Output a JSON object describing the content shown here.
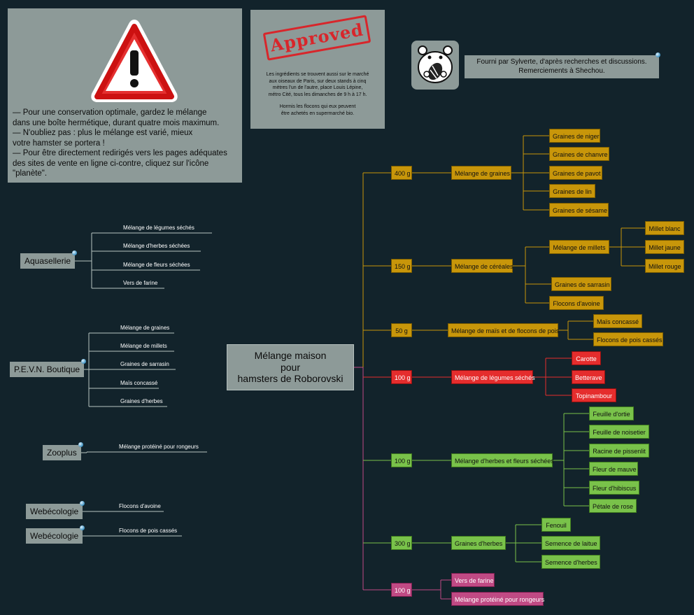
{
  "central": {
    "lines": [
      "Mélange maison",
      "pour",
      "hamsters de Roborovski"
    ]
  },
  "warning_note": {
    "lines": [
      "— Pour une conservation optimale, gardez le mélange",
      "dans une boîte hermétique, durant quatre mois maximum.",
      "— N'oubliez pas : plus le mélange est varié, mieux",
      "votre hamster se portera !",
      "— Pour être directement redirigés vers les pages adéquates",
      "des sites de vente en ligne ci-contre, cliquez sur l'icône",
      "\"planète\"."
    ]
  },
  "approved_note": {
    "stamp": "Approved",
    "lines1": [
      "Les ingrédients se trouvent aussi sur le marché",
      "aux oiseaux de Paris, sur deux stands à cinq",
      "mètres l'un de l'autre, place Louis Lépine,",
      "métro Cité, tous les dimanches de 9 h à 17 h."
    ],
    "lines2": [
      "Hormis les flocons qui eux peuvent",
      "être achetés en supermarché bio."
    ]
  },
  "credit_note": {
    "lines": [
      "Fourni par Sylverte, d'après recherches et discussions.",
      "Remerciements à Shechou."
    ]
  },
  "colors": {
    "gold": "#c8960a",
    "red": "#e52d2d",
    "green": "#79c24a",
    "pink": "#c04a84",
    "grey": "#8d9a98",
    "line": "#b8c4c2"
  },
  "branches": [
    {
      "weight": "400 g",
      "color": "gold",
      "label": "Mélange de graines",
      "children": [
        {
          "label": "Graines de niger"
        },
        {
          "label": "Graines de chanvre"
        },
        {
          "label": "Graines de pavot"
        },
        {
          "label": "Graines de lin"
        },
        {
          "label": "Graines de sésame"
        }
      ]
    },
    {
      "weight": "150 g",
      "color": "gold",
      "label": "Mélange de céréales",
      "children": [
        {
          "label": "Mélange de millets",
          "children": [
            {
              "label": "Millet blanc"
            },
            {
              "label": "Millet jaune"
            },
            {
              "label": "Millet rouge"
            }
          ]
        },
        {
          "label": "Graines de sarrasin"
        },
        {
          "label": "Flocons d'avoine"
        }
      ]
    },
    {
      "weight": "50 g",
      "color": "gold",
      "label": "Mélange de maïs et de flocons de pois",
      "children": [
        {
          "label": "Maïs concassé"
        },
        {
          "label": "Flocons de pois cassés"
        }
      ]
    },
    {
      "weight": "100 g",
      "color": "red",
      "label": "Mélange de légumes séchés",
      "children": [
        {
          "label": "Carotte"
        },
        {
          "label": "Betterave"
        },
        {
          "label": "Topinambour"
        }
      ]
    },
    {
      "weight": "100 g",
      "color": "green",
      "label": "Mélange d'herbes et fleurs séchées",
      "children": [
        {
          "label": "Feuille d'ortie"
        },
        {
          "label": "Feuille de noisetier"
        },
        {
          "label": "Racine de pissenlit"
        },
        {
          "label": "Fleur de mauve"
        },
        {
          "label": "Fleur d'hibiscus"
        },
        {
          "label": "Pétale de rose"
        }
      ]
    },
    {
      "weight": "300 g",
      "color": "green",
      "label": "Graines d'herbes",
      "children": [
        {
          "label": "Fenouil"
        },
        {
          "label": "Semence de laitue"
        },
        {
          "label": "Semence d'herbes"
        }
      ]
    },
    {
      "weight": "100 g",
      "color": "pink",
      "children": [
        {
          "label": "Vers de farine"
        },
        {
          "label": "Mélange protéiné pour rongeurs"
        }
      ]
    }
  ],
  "shops": [
    {
      "name": "Aquasellerie",
      "items": [
        "Mélange de légumes séchés",
        "Mélange d'herbes séchées",
        "Mélange de fleurs séchées",
        "Vers de farine"
      ]
    },
    {
      "name": "P.E.V.N. Boutique",
      "items": [
        "Mélange de graines",
        "Mélange de millets",
        "Graines de sarrasin",
        "Maïs concassé",
        "Graines d'herbes"
      ]
    },
    {
      "name": "Zooplus",
      "items": [
        "Mélange protéiné pour rongeurs"
      ]
    },
    {
      "name": "Webécologie",
      "items": [
        "Flocons d'avoine"
      ]
    },
    {
      "name": "Webécologie",
      "items": [
        "Flocons de pois cassés"
      ]
    }
  ]
}
